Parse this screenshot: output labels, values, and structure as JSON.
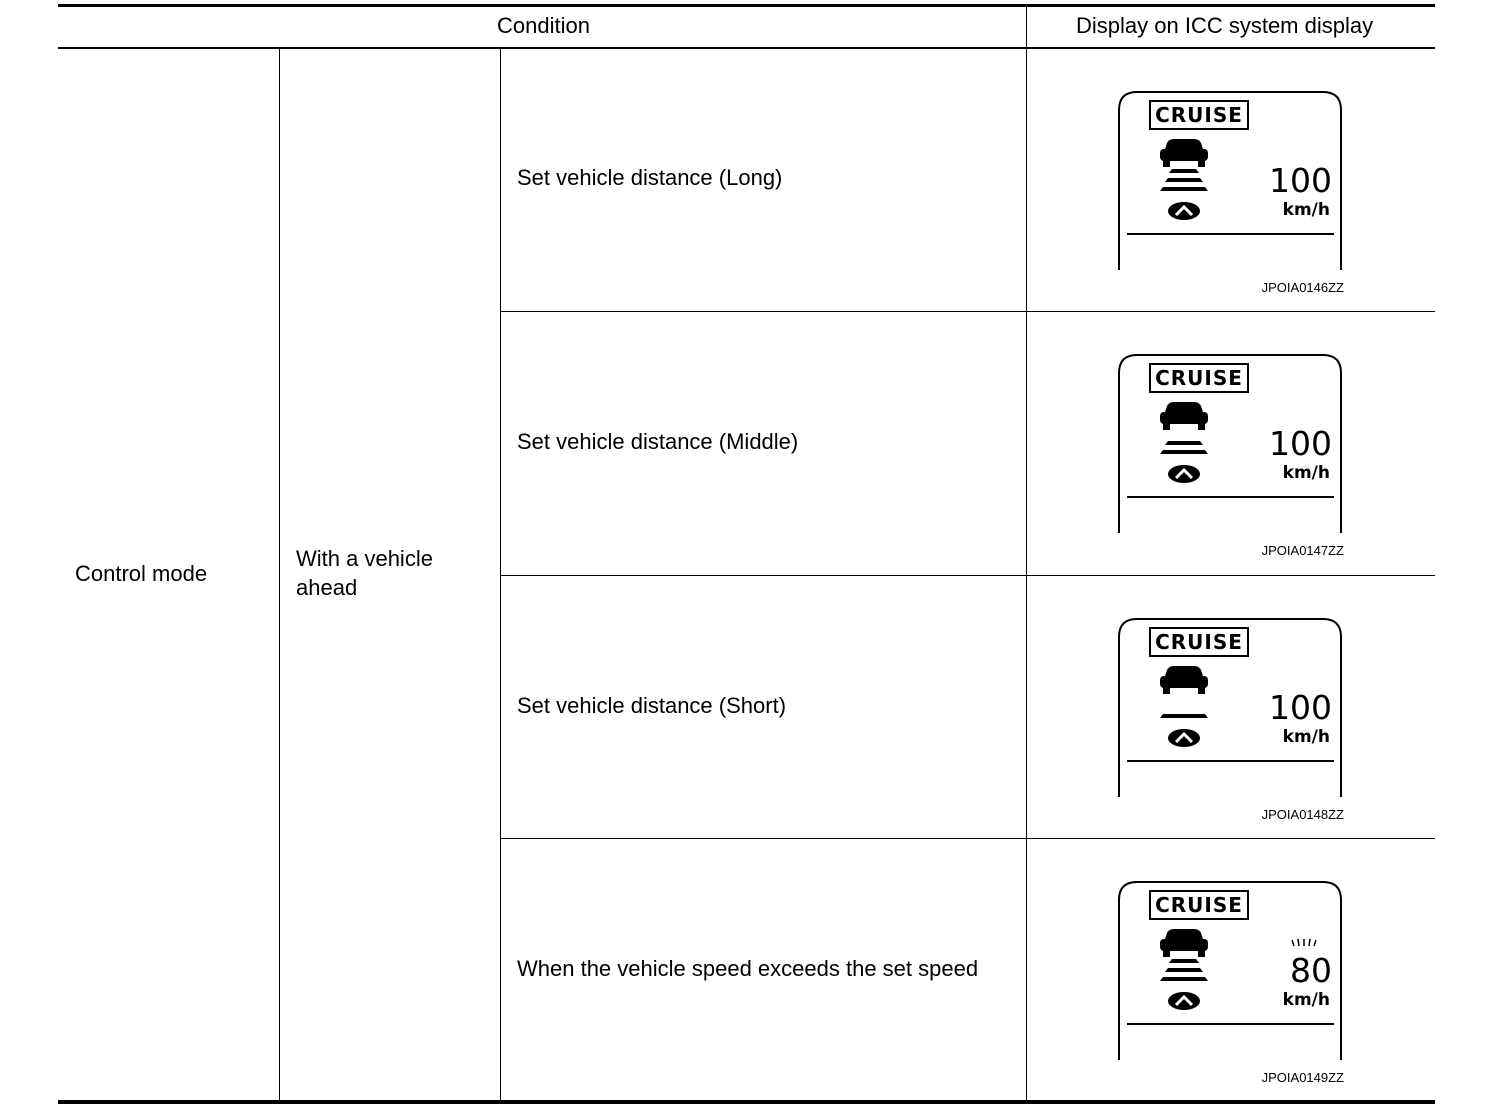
{
  "table": {
    "header": {
      "condition": "Condition",
      "display": "Display on ICC system display"
    },
    "mode": "Control mode",
    "situation": "With a vehicle ahead",
    "rows": [
      {
        "condition": "Set vehicle distance (Long)",
        "figure": {
          "badge": "CRUISE",
          "speed": "100",
          "unit": "km/h",
          "code": "JPOIA0146ZZ",
          "distance_bars": 3,
          "speed_flashing": false
        }
      },
      {
        "condition": "Set vehicle distance (Middle)",
        "figure": {
          "badge": "CRUISE",
          "speed": "100",
          "unit": "km/h",
          "code": "JPOIA0147ZZ",
          "distance_bars": 2,
          "speed_flashing": false
        }
      },
      {
        "condition": "Set vehicle distance (Short)",
        "figure": {
          "badge": "CRUISE",
          "speed": "100",
          "unit": "km/h",
          "code": "JPOIA0148ZZ",
          "distance_bars": 1,
          "speed_flashing": false
        }
      },
      {
        "condition": "When the vehicle speed exceeds the set speed",
        "figure": {
          "badge": "CRUISE",
          "speed": "80",
          "unit": "km/h",
          "code": "JPOIA0149ZZ",
          "distance_bars": 3,
          "speed_flashing": true
        }
      }
    ]
  }
}
